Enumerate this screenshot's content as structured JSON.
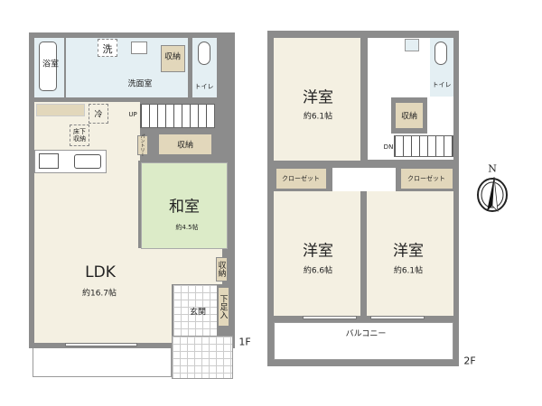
{
  "floor1": {
    "label": "1F",
    "rooms": {
      "bath": "浴室",
      "washer": "洗",
      "washroom": "洗面室",
      "storage_wash": "収納",
      "toilet": "トイレ",
      "fridge": "冷",
      "underfloor": "床下収納",
      "up": "UP",
      "pantry": "パントリー",
      "storage_hall": "収納",
      "washitsu": "和室",
      "washitsu_size": "約4.5帖",
      "ldk": "LDK",
      "ldk_size": "約16.7帖",
      "storage_ldk": "収納",
      "entrance": "玄関",
      "shoe": "下足入"
    }
  },
  "floor2": {
    "label": "2F",
    "rooms": {
      "room1": "洋室",
      "room1_size": "約6.1帖",
      "toilet": "トイレ",
      "storage": "収納",
      "dn": "DN",
      "closet1": "クローゼット",
      "closet2": "クローゼット",
      "room2": "洋室",
      "room2_size": "約6.6帖",
      "room3": "洋室",
      "room3_size": "約6.1帖",
      "balcony": "バルコニー"
    }
  },
  "compass": {
    "label": "N"
  },
  "colors": {
    "wall": "#8c8c8c",
    "room": "#f4f0e2",
    "wet": "#e4eff3",
    "storage": "#e2d7bb",
    "tatami": "#dcebc8"
  }
}
